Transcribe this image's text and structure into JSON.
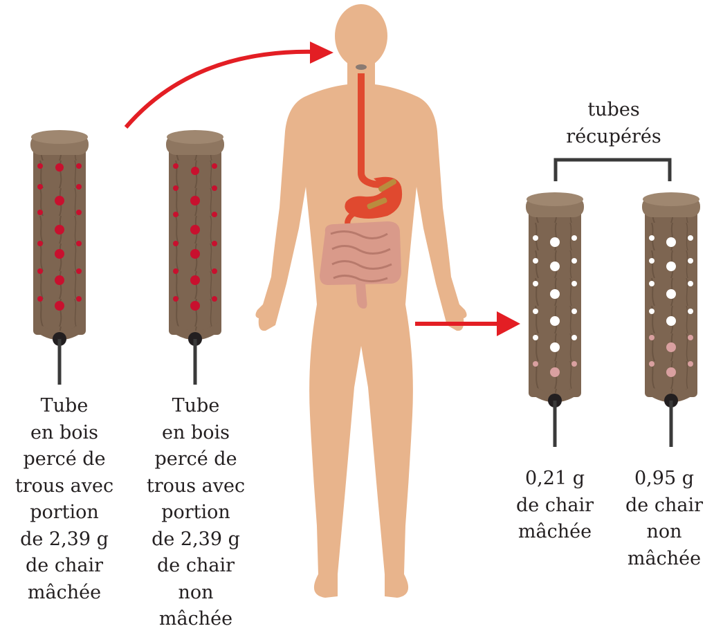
{
  "labels": {
    "tube_in_chewed": "Tube\nen bois\npercé de\ntrous avec\nportion\nde 2,39 g\nde chair\nmâchée",
    "tube_in_unchewed": "Tube\nen bois\npercé de\ntrous avec\nportion\nde 2,39 g\nde chair\nnon\nmâchée",
    "recovered": "tubes\nrécupérés",
    "tube_out_chewed": "0,21 g\nde chair\nmâchée",
    "tube_out_unchewed": "0,95 g\nde chair\nnon\nmâchée"
  },
  "colors": {
    "wood": "#7d6551",
    "wood_dark": "#5e4a3a",
    "meat": "#c8102e",
    "meat_light": "#d9a0a0",
    "skin": "#e8b48c",
    "organ": "#e0492f",
    "intestine": "#d99a8a",
    "arrow": "#e31e24",
    "line": "#3a3a3a"
  },
  "icons": [
    "wooden-tube-icon",
    "human-body-icon",
    "stomach-icon",
    "intestine-icon",
    "arrow-icon",
    "bracket-icon"
  ]
}
